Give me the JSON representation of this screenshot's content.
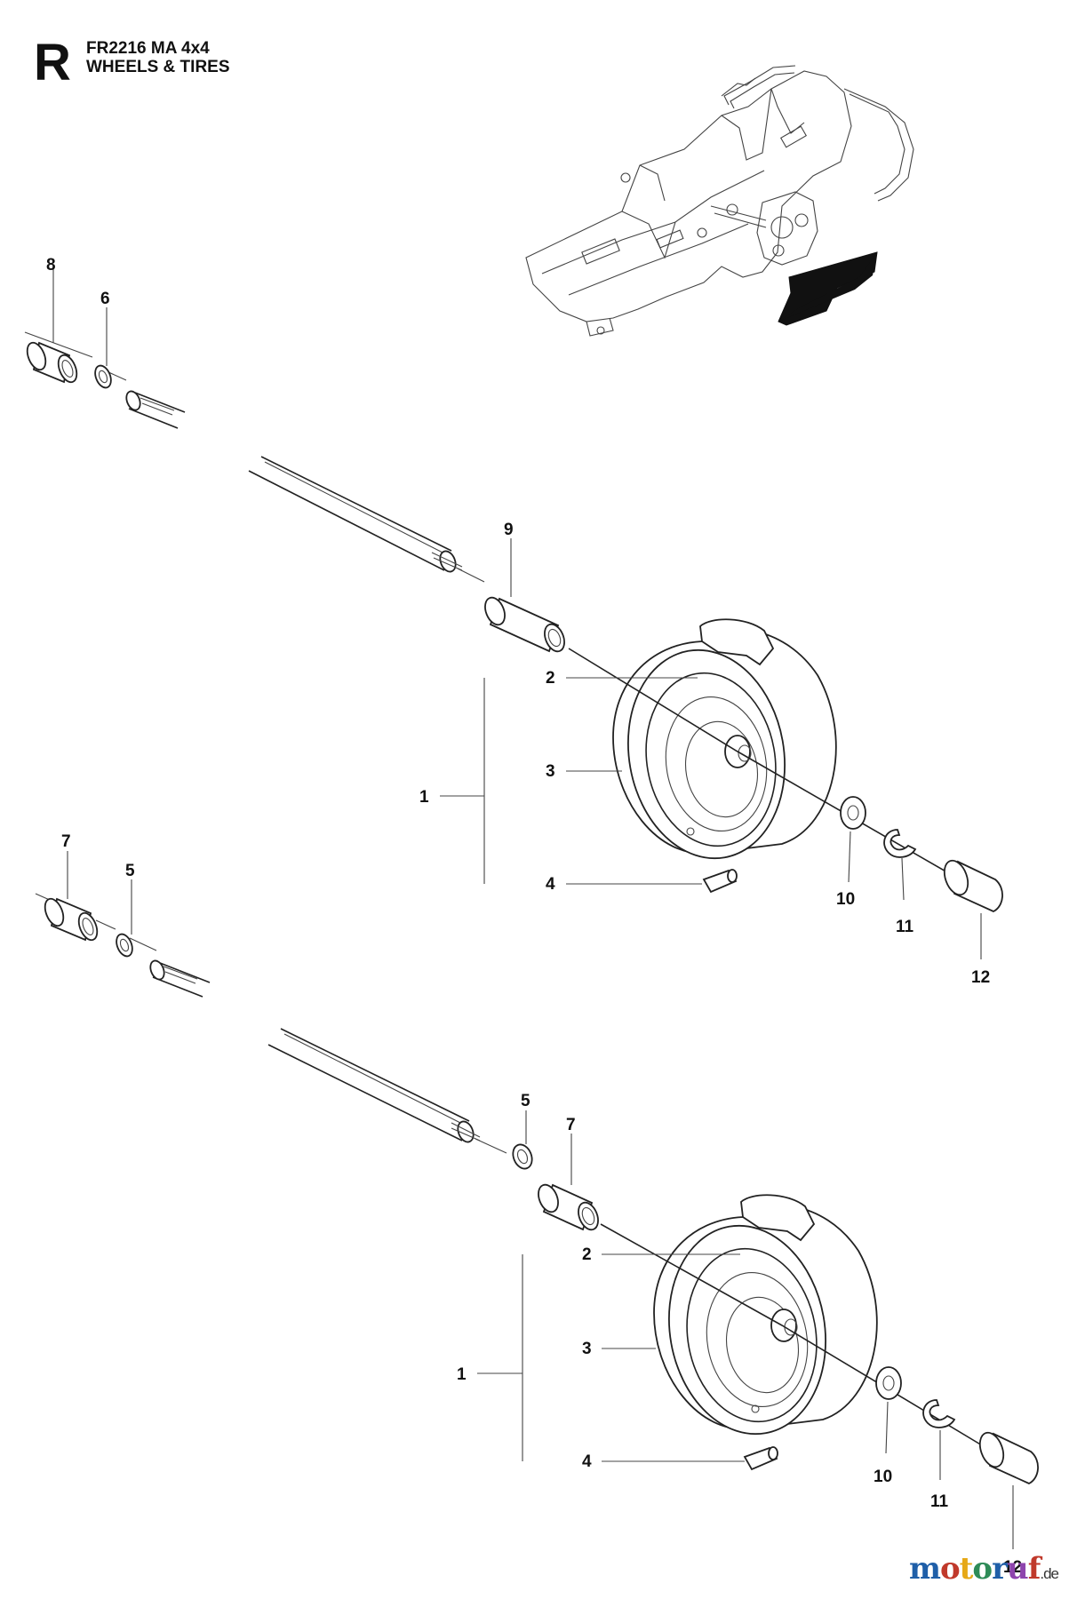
{
  "header": {
    "section_letter": "R",
    "model": "FR2216 MA 4x4",
    "title": "WHEELS & TIRES"
  },
  "callouts": {
    "top_assembly": [
      "8",
      "6",
      "9",
      "2",
      "3",
      "1",
      "4",
      "10",
      "11",
      "12"
    ],
    "bottom_assembly": [
      "7",
      "5",
      "5",
      "7",
      "2",
      "3",
      "1",
      "4",
      "10",
      "11",
      "12"
    ]
  },
  "watermark": {
    "letters": [
      "m",
      "o",
      "t",
      "o",
      "r",
      "u",
      "f"
    ],
    "letter_colors": [
      "#1f5fa8",
      "#c0392b",
      "#e6a817",
      "#2e8b57",
      "#1f5fa8",
      "#8e44ad",
      "#c0392b"
    ],
    "suffix": ".de"
  }
}
